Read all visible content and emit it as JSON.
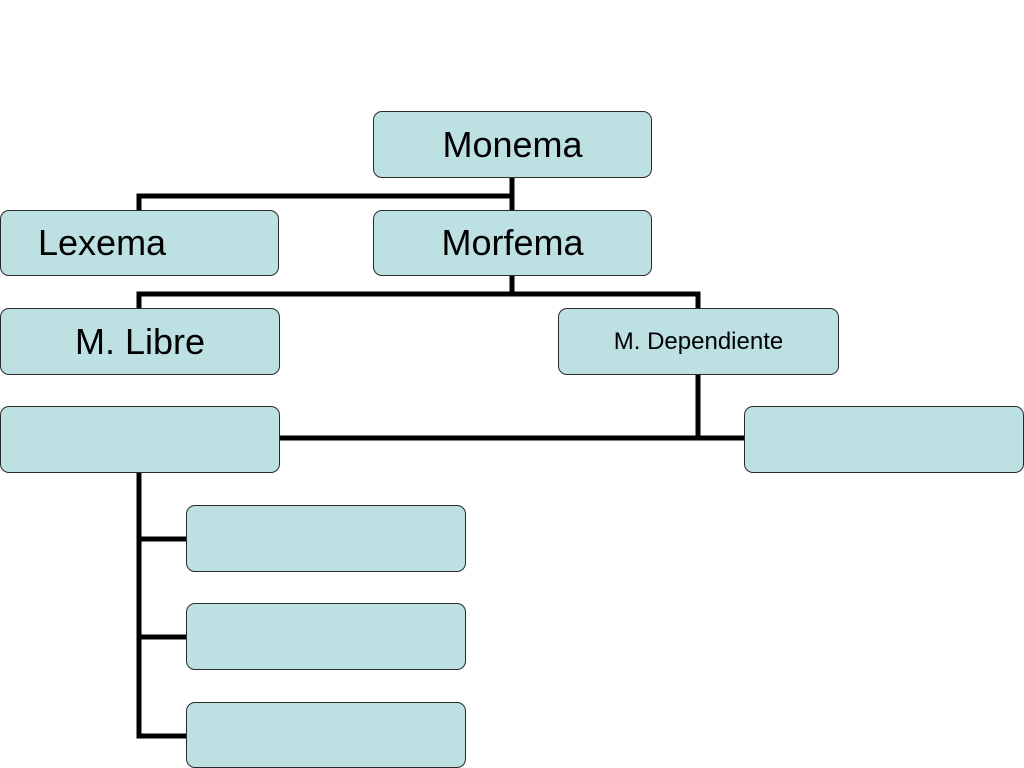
{
  "diagram": {
    "nodes": {
      "monema": {
        "label": "Monema"
      },
      "lexema": {
        "label": "Lexema"
      },
      "morfema": {
        "label": "Morfema"
      },
      "m_libre": {
        "label": "M. Libre"
      },
      "m_dependiente": {
        "label": "M. Dependiente"
      },
      "blank_left": {
        "label": ""
      },
      "blank_right": {
        "label": ""
      },
      "blank_sub_1": {
        "label": ""
      },
      "blank_sub_2": {
        "label": ""
      },
      "blank_sub_3": {
        "label": ""
      }
    },
    "edges": [
      [
        "monema",
        "lexema"
      ],
      [
        "monema",
        "morfema"
      ],
      [
        "morfema",
        "m_libre"
      ],
      [
        "morfema",
        "m_dependiente"
      ],
      [
        "m_dependiente",
        "blank_left"
      ],
      [
        "m_dependiente",
        "blank_right"
      ],
      [
        "blank_left",
        "blank_sub_1"
      ],
      [
        "blank_left",
        "blank_sub_2"
      ],
      [
        "blank_left",
        "blank_sub_3"
      ]
    ],
    "colors": {
      "node_fill": "#bde0e2",
      "node_border": "#2a2a2a",
      "connector": "#000000",
      "background": "#ffffff"
    }
  }
}
